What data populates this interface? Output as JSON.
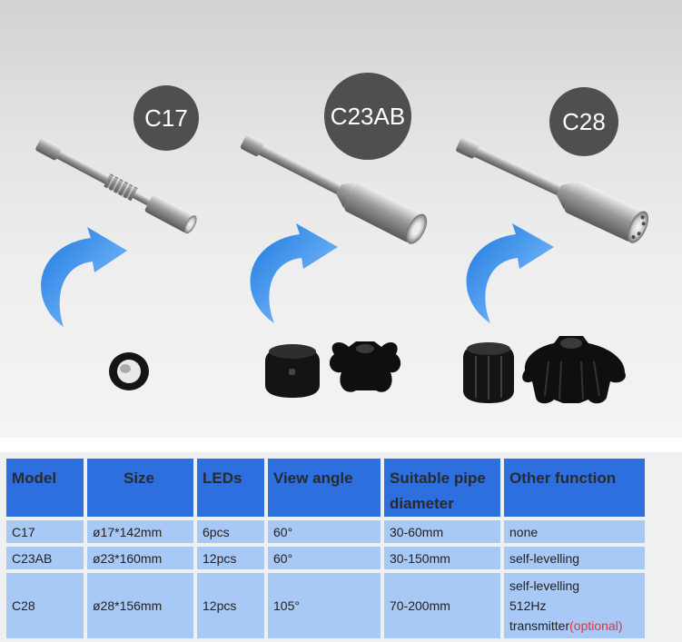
{
  "cameras": [
    {
      "label": "C17"
    },
    {
      "label": "C23AB"
    },
    {
      "label": "C28"
    }
  ],
  "table": {
    "headers": [
      "Model",
      "Size",
      "LEDs",
      "View angle",
      "Suitable pipe diameter",
      "Other function"
    ],
    "rows": [
      {
        "model": "C17",
        "size": "ø17*142mm",
        "leds": "6pcs",
        "view_angle": "60°",
        "pipe": "30-60mm",
        "other": [
          "none"
        ]
      },
      {
        "model": "C23AB",
        "size": "ø23*160mm",
        "leds": "12pcs",
        "view_angle": "60°",
        "pipe": "30-150mm",
        "other": [
          "self-levelling"
        ]
      },
      {
        "model": "C28",
        "size": "ø28*156mm",
        "leds": "12pcs",
        "view_angle": "105°",
        "pipe": "70-200mm",
        "other": [
          "self-levelling",
          "512Hz",
          "transmitter"
        ],
        "other_note": "(optional)"
      }
    ]
  },
  "colors": {
    "header_cell": "#2e6fe0",
    "data_cell": "#a8c8f5",
    "badge": "#4f4f4f",
    "arrow": "#2a8ae6",
    "note": "#e8323a"
  }
}
